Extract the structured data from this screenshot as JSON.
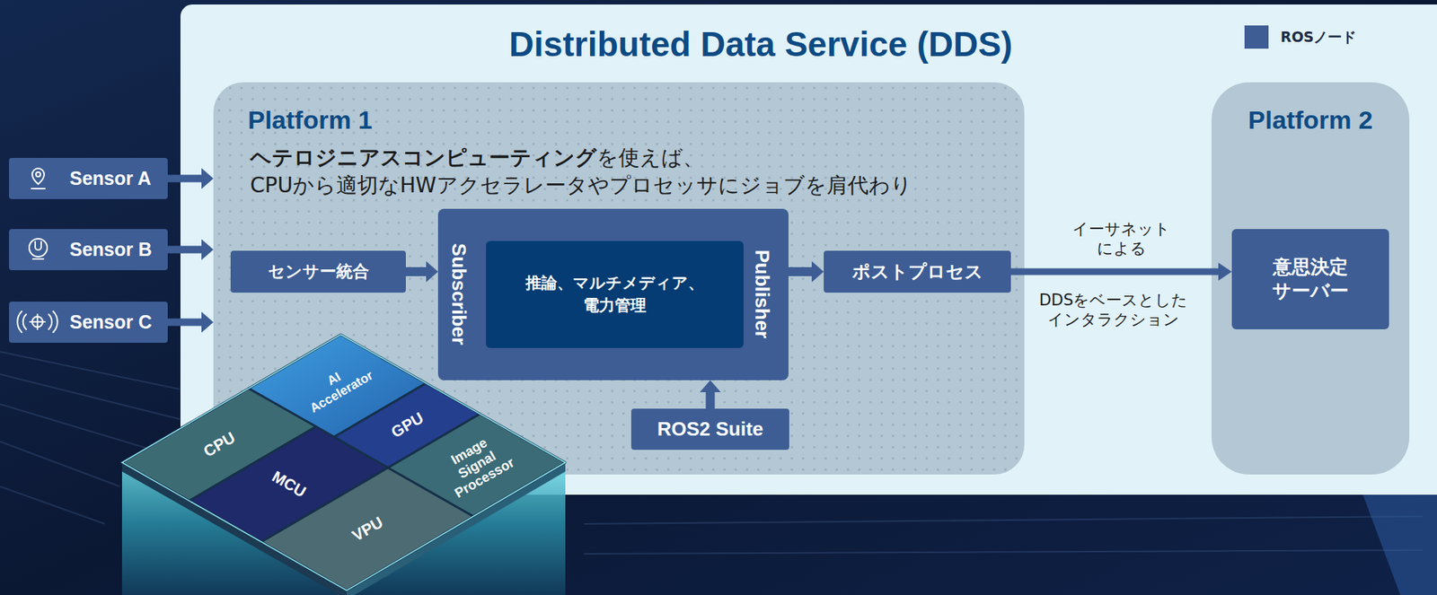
{
  "diagram": {
    "nodes": [
      {
        "text": [
          "Distributed Data Service (DDS)"
        ]
      },
      {
        "text": [
          "Sensor A"
        ]
      },
      {
        "text": [
          "Sensor B"
        ]
      },
      {
        "text": [
          "Sensor C"
        ]
      },
      {
        "text": [
          "Platform 1",
          "ヘテロジニアスコンピューティング",
          "を使えば、",
          "CPUから適切なHWアクセラレータやプロセッサにジョブを肩代わり"
        ],
        "in": 0
      },
      {
        "text": [
          "センサー統合"
        ],
        "in": 4
      },
      {
        "text": [
          "Subscriber",
          "Publisher"
        ],
        "in": 4
      },
      {
        "text": [
          "推論、マルチメディア、 電力管理"
        ],
        "in": 6
      },
      {
        "text": [
          "ポストプロセス"
        ],
        "in": 4
      },
      {
        "text": [
          "ROS2 Suite"
        ],
        "in": 4
      },
      {
        "text": [
          "Platform 2"
        ],
        "in": 0
      },
      {
        "text": [
          "意思決定 サーバー"
        ],
        "in": 10
      }
    ],
    "edges": [
      {
        "from": 1,
        "to": 4,
        "arrow": "to"
      },
      {
        "from": 2,
        "to": 4,
        "arrow": "to"
      },
      {
        "from": 3,
        "to": 4,
        "arrow": "to"
      },
      {
        "from": 5,
        "to": 6,
        "arrow": "to"
      },
      {
        "from": 6,
        "to": 8,
        "arrow": "to"
      },
      {
        "from": 9,
        "to": 6,
        "arrow": "to"
      },
      {
        "from": 8,
        "to": 11,
        "label": "イーサネット による",
        "arrow": "to"
      }
    ],
    "labels": [
      "DDSをベースとした インタラクション",
      "AI Accelerator",
      "CPU",
      "GPU",
      "MCU",
      "Image Signal Processor",
      "VPU"
    ],
    "legend": [
      {
        "text": "ROSノード",
        "color": "#3d5d94"
      }
    ]
  }
}
